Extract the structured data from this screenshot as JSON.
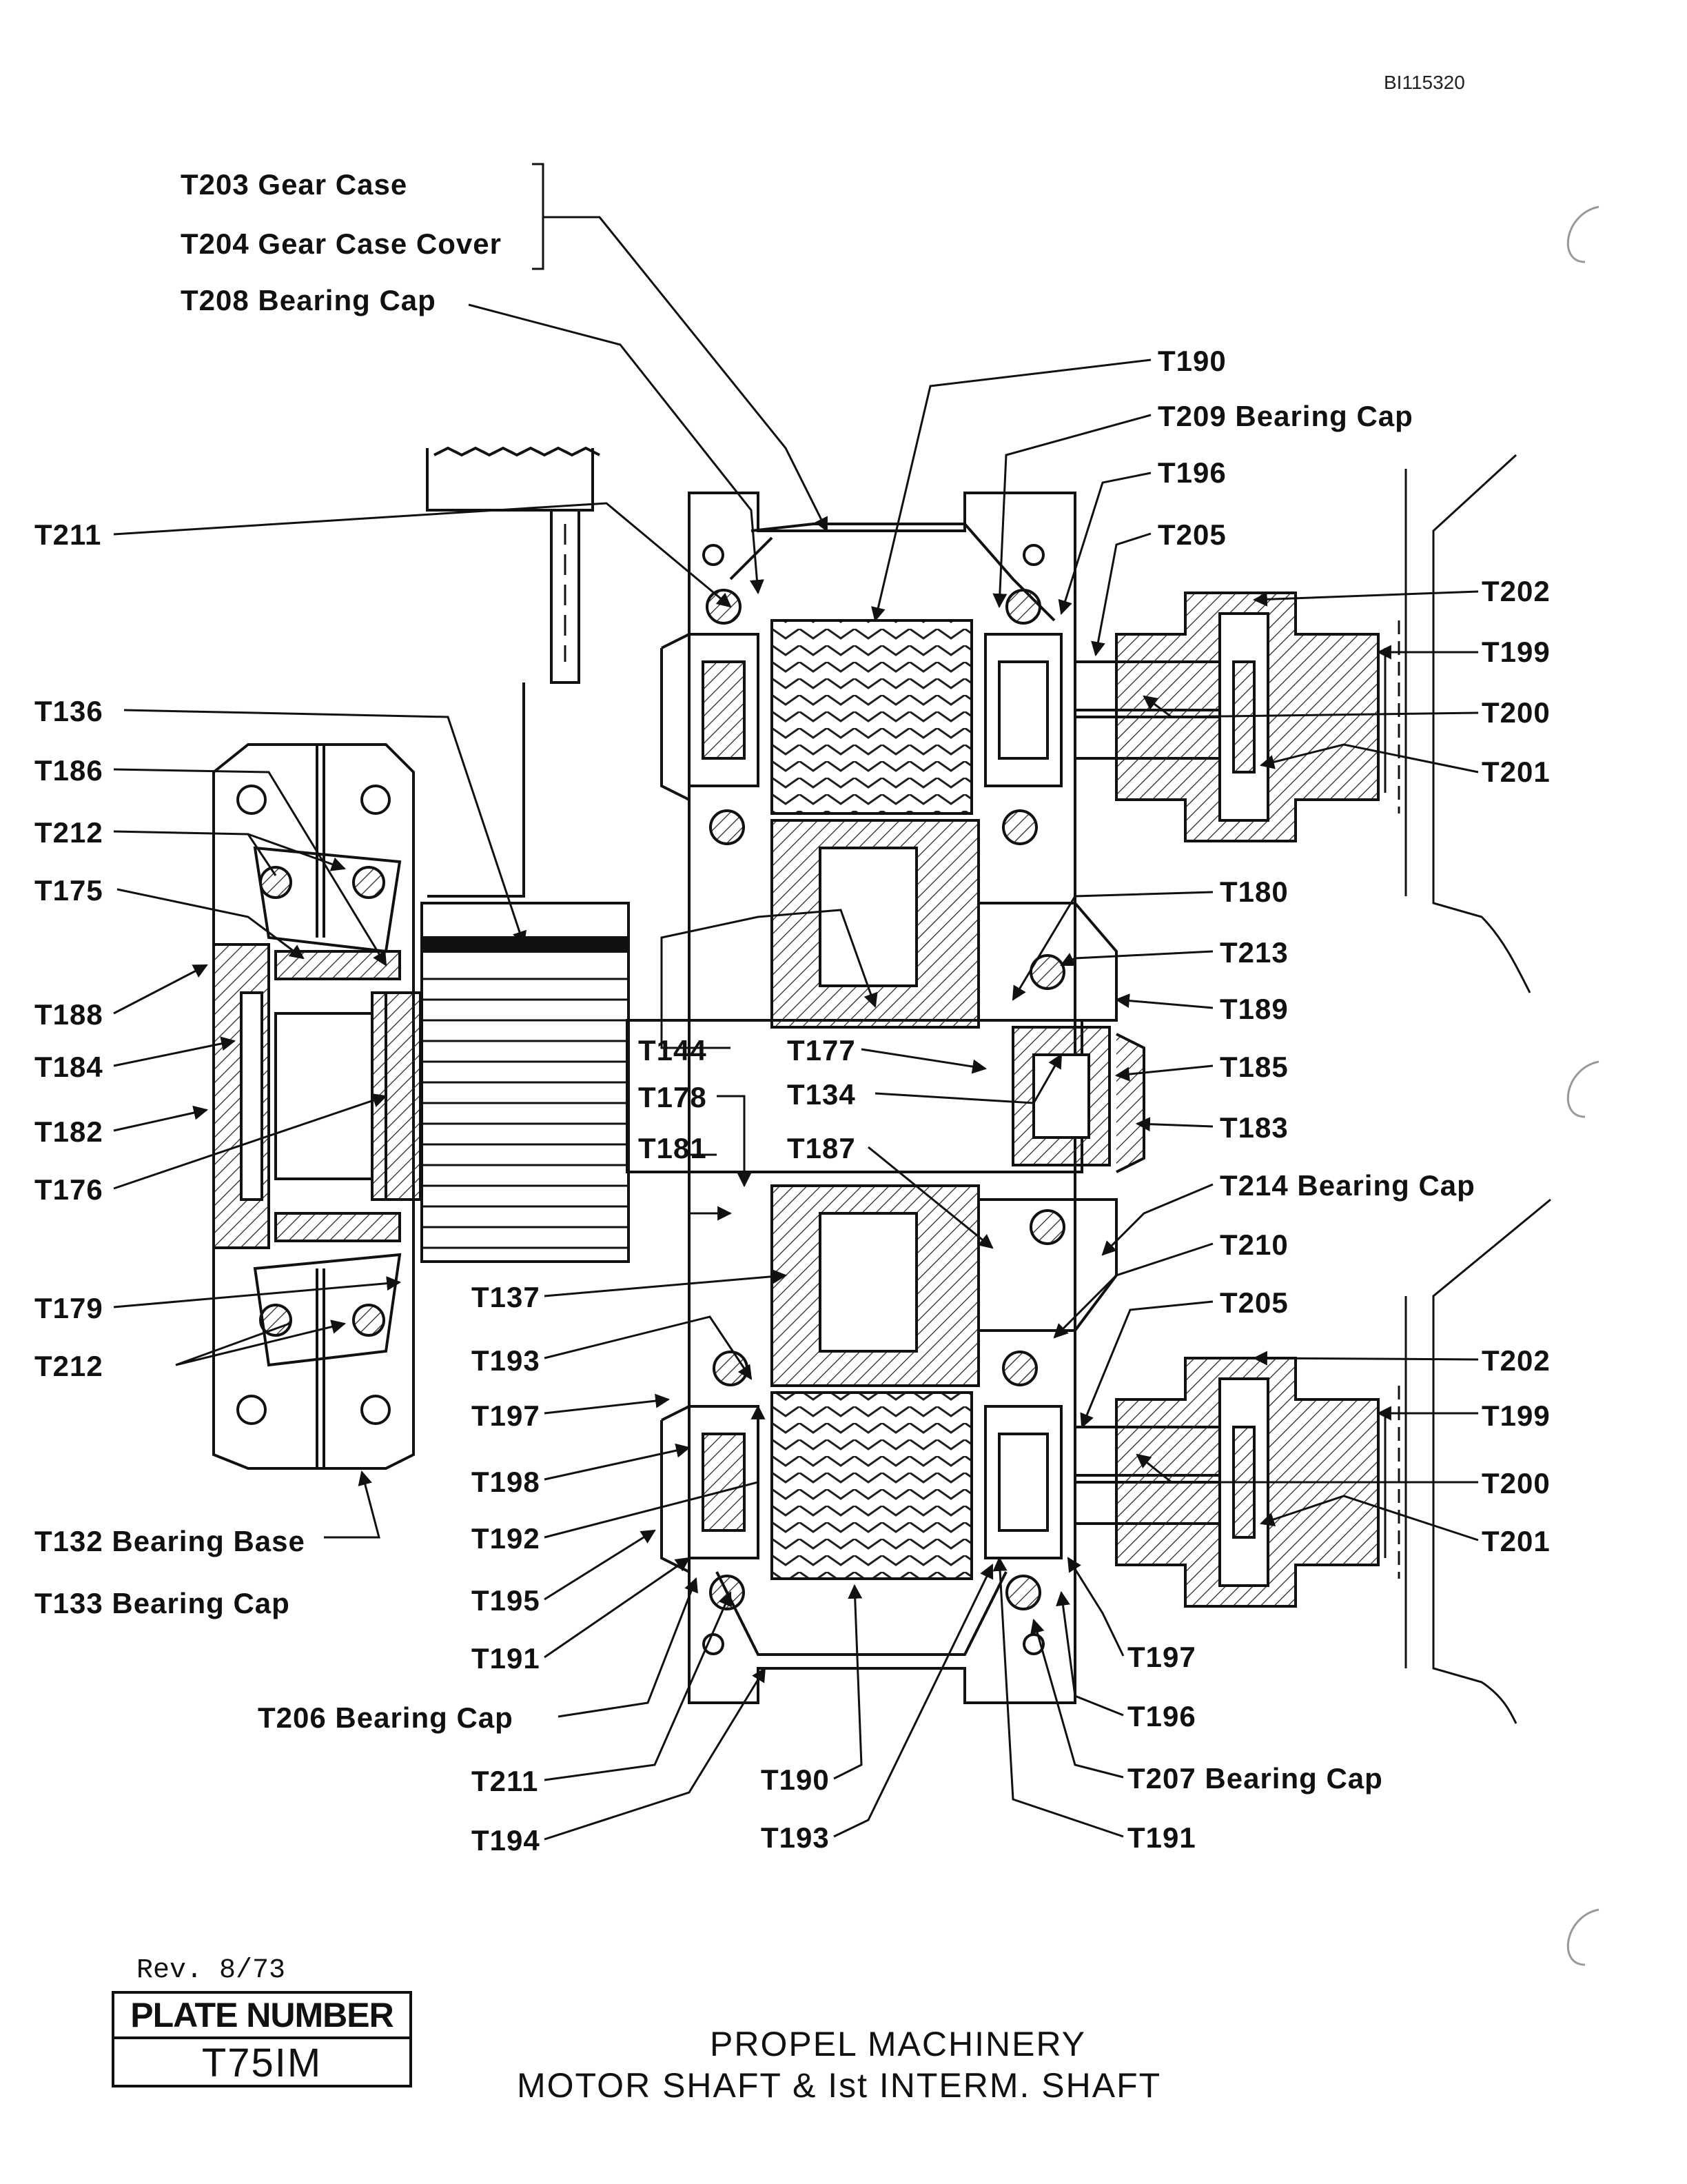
{
  "document": {
    "doc_id": "BI115320",
    "revision": "Rev. 8/73",
    "plate_label": "PLATE NUMBER",
    "plate_number": "T75IM",
    "title_line1": "PROPEL MACHINERY",
    "title_line2": "MOTOR SHAFT & Ist INTERM. SHAFT"
  },
  "labels": {
    "t203": "T203 Gear Case",
    "t204": "T204 Gear Case Cover",
    "t208": "T208 Bearing Cap",
    "t190_top": "T190",
    "t209": "T209 Bearing Cap",
    "t196_top": "T196",
    "t205_top": "T205",
    "t202_top": "T202",
    "t199_top": "T199",
    "t200_top": "T200",
    "t201_top": "T201",
    "t211_top": "T211",
    "t136": "T136",
    "t186": "T186",
    "t212_top": "T212",
    "t175": "T175",
    "t188": "T188",
    "t184": "T184",
    "t182": "T182",
    "t176": "T176",
    "t179": "T179",
    "t212_bot": "T212",
    "t132": "T132 Bearing Base",
    "t133": "T133 Bearing Cap",
    "t180": "T180",
    "t213": "T213",
    "t189": "T189",
    "t185": "T185",
    "t183": "T183",
    "t214": "T214 Bearing Cap",
    "t210": "T210",
    "t205_bot": "T205",
    "t202_bot": "T202",
    "t199_bot": "T199",
    "t200_bot": "T200",
    "t201_bot": "T201",
    "t144": "T144",
    "t178": "T178",
    "t181": "T181",
    "t177": "T177",
    "t134": "T134",
    "t187": "T187",
    "t137": "T137",
    "t193_left": "T193",
    "t197_left": "T197",
    "t198": "T198",
    "t192": "T192",
    "t195": "T195",
    "t191_left": "T191",
    "t206": "T206 Bearing Cap",
    "t211_bot": "T211",
    "t194": "T194",
    "t190_bot": "T190",
    "t193_bot": "T193",
    "t197_right": "T197",
    "t196_bot": "T196",
    "t207": "T207 Bearing Cap",
    "t191_right": "T191"
  }
}
